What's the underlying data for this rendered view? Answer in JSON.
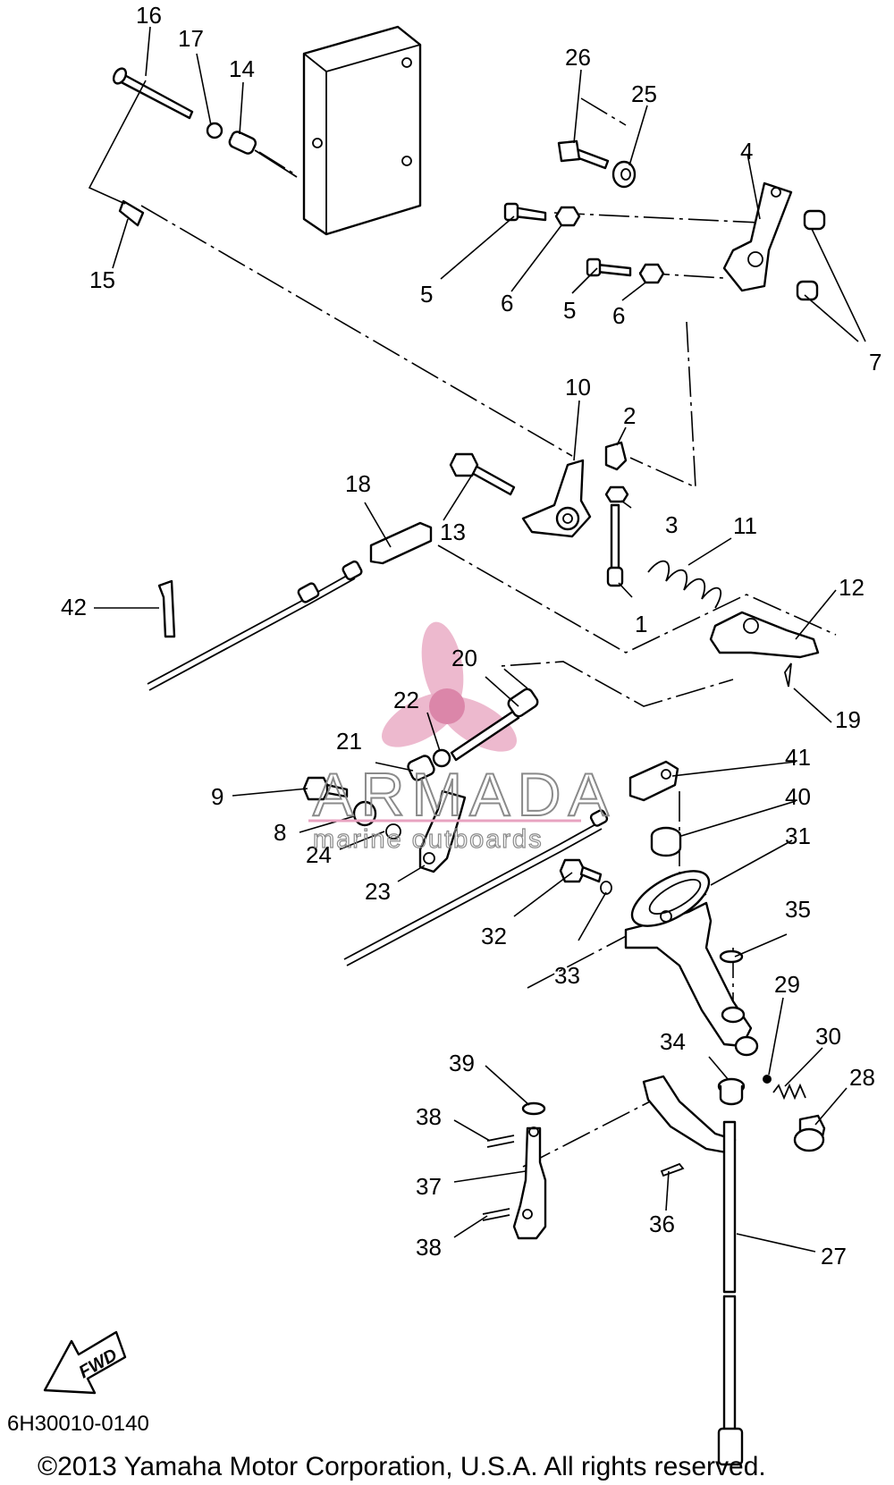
{
  "callouts": [
    "16",
    "17",
    "14",
    "15",
    "26",
    "25",
    "4",
    "5",
    "6",
    "5",
    "6",
    "7",
    "10",
    "2",
    "3",
    "18",
    "13",
    "11",
    "1",
    "12",
    "42",
    "20",
    "22",
    "19",
    "21",
    "41",
    "9",
    "40",
    "8",
    "24",
    "31",
    "23",
    "35",
    "32",
    "33",
    "29",
    "39",
    "34",
    "30",
    "28",
    "38",
    "37",
    "36",
    "38",
    "27"
  ],
  "diagram_code": "6H30010-0140",
  "copyright": "©2013 Yamaha Motor Corporation, U.S.A. All rights reserved.",
  "fwd_label": "FWD",
  "watermark": {
    "brand": "ARMADA",
    "tagline": "marine outboards",
    "logo_color": "#e8a3c0"
  }
}
